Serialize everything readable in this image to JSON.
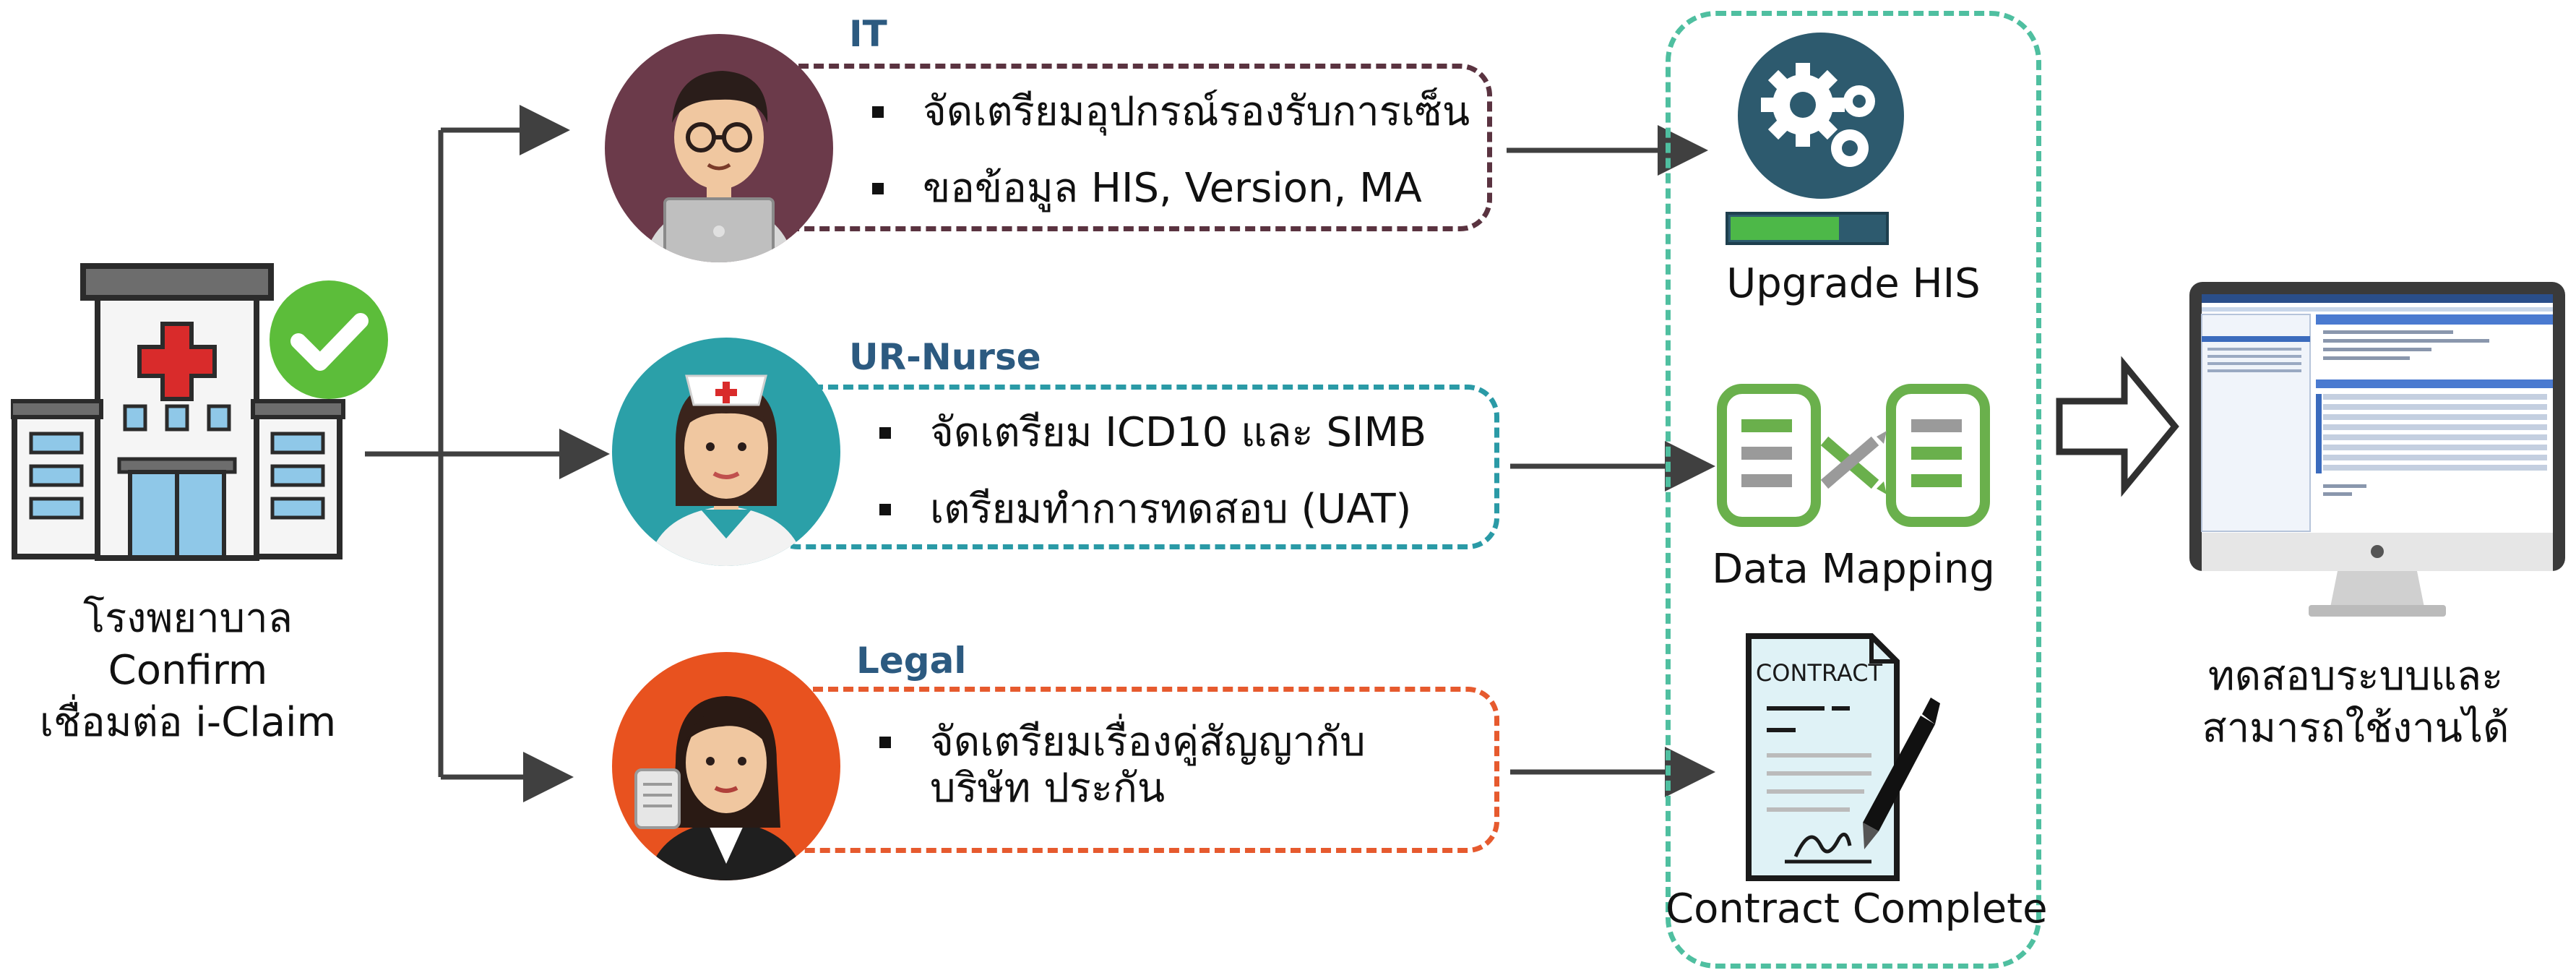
{
  "hospital": {
    "line1": "โรงพยาบาล Confirm",
    "line2": "เชื่อมต่อ  i-Claim"
  },
  "roles": [
    {
      "title": "IT",
      "color": "#5a3340",
      "items": [
        "จัดเตรียมอุปกรณ์รองรับการเซ็น",
        "ขอข้อมูล HIS, Version, MA"
      ]
    },
    {
      "title": "UR-Nurse",
      "color": "#2a9aa6",
      "items": [
        "จัดเตรียม ICD10 และ SIMB",
        "เตรียมทำการทดสอบ (UAT)"
      ]
    },
    {
      "title": "Legal",
      "color": "#e65a2e",
      "items": [
        "จัดเตรียมเรื่องคู่สัญญากับบริษัท ประกัน"
      ]
    }
  ],
  "results": [
    {
      "label": "Upgrade HIS"
    },
    {
      "label": "Data Mapping"
    },
    {
      "label": "Contract Complete",
      "doc_title": "CONTRACT"
    }
  ],
  "final": {
    "line1": "ทดสอบระบบและ",
    "line2": "สามารถใช้งานได้"
  },
  "colors": {
    "results_border": "#4fbfa0",
    "gear_bg": "#2d5a6e",
    "mapping_green": "#6ab04c",
    "check_green": "#5cbd3a",
    "cross_red": "#d92b2b"
  }
}
